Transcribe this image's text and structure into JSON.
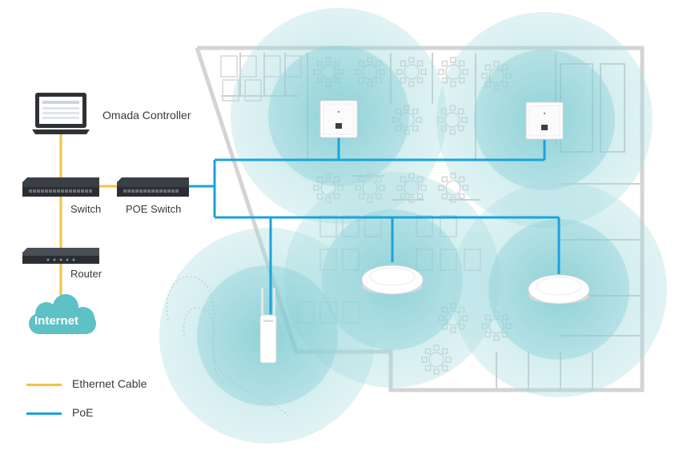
{
  "nodes": {
    "controller": {
      "label": "Omada Controller",
      "icon": "laptop-icon"
    },
    "switch": {
      "label": "Switch",
      "icon": "switch-icon"
    },
    "poe_switch": {
      "label": "POE Switch",
      "icon": "poe-switch-icon"
    },
    "router": {
      "label": "Router",
      "icon": "router-icon"
    },
    "internet": {
      "label": "Internet",
      "icon": "cloud-icon"
    },
    "access_points": [
      {
        "type": "wall-plate",
        "icon": "wall-access-point-icon"
      },
      {
        "type": "wall-plate",
        "icon": "wall-access-point-icon"
      },
      {
        "type": "ceiling",
        "icon": "ceiling-access-point-icon"
      },
      {
        "type": "ceiling",
        "icon": "ceiling-access-point-icon"
      },
      {
        "type": "outdoor",
        "icon": "outdoor-access-point-icon"
      }
    ]
  },
  "legend": [
    {
      "label": "Ethernet Cable",
      "color": "#F5C142"
    },
    {
      "label": "PoE",
      "color": "#1BA3DC"
    }
  ],
  "colors": {
    "ethernet": "#F5C142",
    "poe": "#1BA3DC",
    "coverage": "#A8DCE0",
    "floorplan": "#C9C9C9",
    "cloud": "#5DC1C6",
    "device": "#2E3236"
  }
}
